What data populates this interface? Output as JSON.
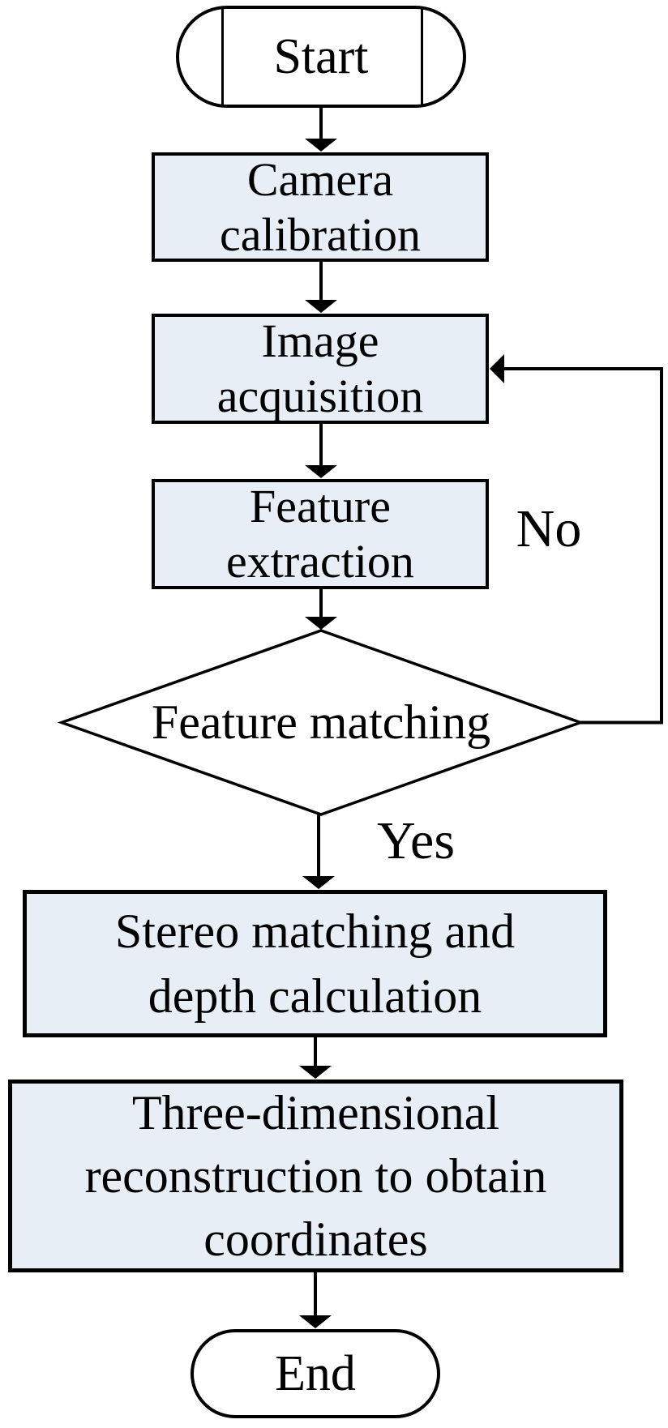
{
  "flowchart": {
    "nodes": {
      "start": {
        "type": "terminator",
        "label": "Start"
      },
      "camera_calibration": {
        "type": "process",
        "label": "Camera\ncalibration"
      },
      "image_acquisition": {
        "type": "process",
        "label": "Image\nacquisition"
      },
      "feature_extraction": {
        "type": "process",
        "label": "Feature\nextraction"
      },
      "feature_matching": {
        "type": "decision",
        "label": "Feature matching"
      },
      "stereo_matching": {
        "type": "process",
        "label": "Stereo matching and\ndepth calculation"
      },
      "three_d_reconstruction": {
        "type": "process",
        "label": "Three-dimensional\nreconstruction to obtain\ncoordinates"
      },
      "end": {
        "type": "terminator",
        "label": "End"
      }
    },
    "branch_labels": {
      "no": "No",
      "yes": "Yes"
    },
    "colors": {
      "process_fill": "#e8eef6",
      "terminator_fill": "#ffffff",
      "decision_fill": "#ffffff",
      "line": "#000000",
      "text": "#000000",
      "background": "#ffffff"
    }
  }
}
